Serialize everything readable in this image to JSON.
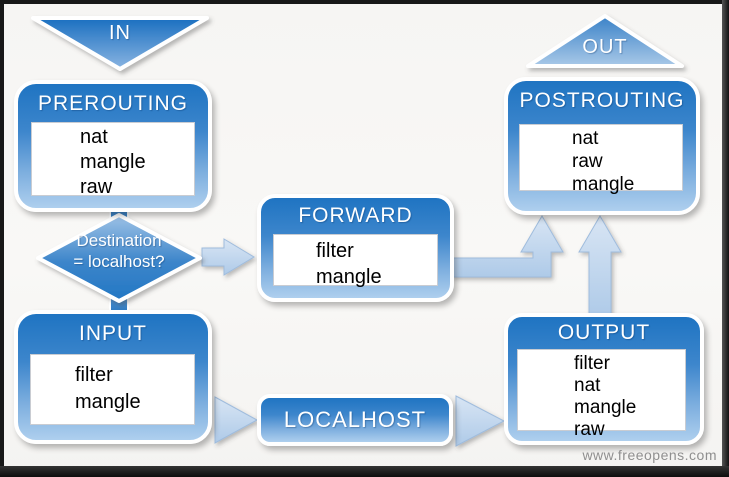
{
  "watermark": "www.freeopens.com",
  "colors": {
    "node_blue_top": "#1f74c2",
    "node_blue_bottom": "#aecfee",
    "connector_light_blue": "#c3d7ec",
    "stub_blue": "#3c84c8",
    "title_text": "#ffffff",
    "chain_text": "#000000",
    "frame_edge": "#181818",
    "watermark_gray": "#8f8f8f"
  },
  "nodes": {
    "in": {
      "label": "IN"
    },
    "prerouting": {
      "title": "PREROUTING",
      "tables": [
        "nat",
        "mangle",
        "raw"
      ]
    },
    "decision": {
      "line1": "Destination",
      "line2": "= localhost?"
    },
    "input": {
      "title": "INPUT",
      "tables": [
        "filter",
        "mangle"
      ]
    },
    "forward": {
      "title": "FORWARD",
      "tables": [
        "filter",
        "mangle"
      ]
    },
    "localhost": {
      "title": "LOCALHOST"
    },
    "output": {
      "title": "OUTPUT",
      "tables": [
        "filter",
        "nat",
        "mangle",
        "raw"
      ]
    },
    "postrouting": {
      "title": "POSTROUTING",
      "tables": [
        "nat",
        "raw",
        "mangle"
      ]
    },
    "out": {
      "label": "OUT"
    }
  },
  "edges": [
    {
      "from": "in",
      "to": "prerouting"
    },
    {
      "from": "prerouting",
      "to": "decision"
    },
    {
      "from": "decision",
      "to": "forward"
    },
    {
      "from": "decision",
      "to": "input"
    },
    {
      "from": "input",
      "to": "localhost"
    },
    {
      "from": "localhost",
      "to": "output"
    },
    {
      "from": "forward",
      "to": "postrouting"
    },
    {
      "from": "output",
      "to": "postrouting"
    },
    {
      "from": "postrouting",
      "to": "out"
    }
  ]
}
